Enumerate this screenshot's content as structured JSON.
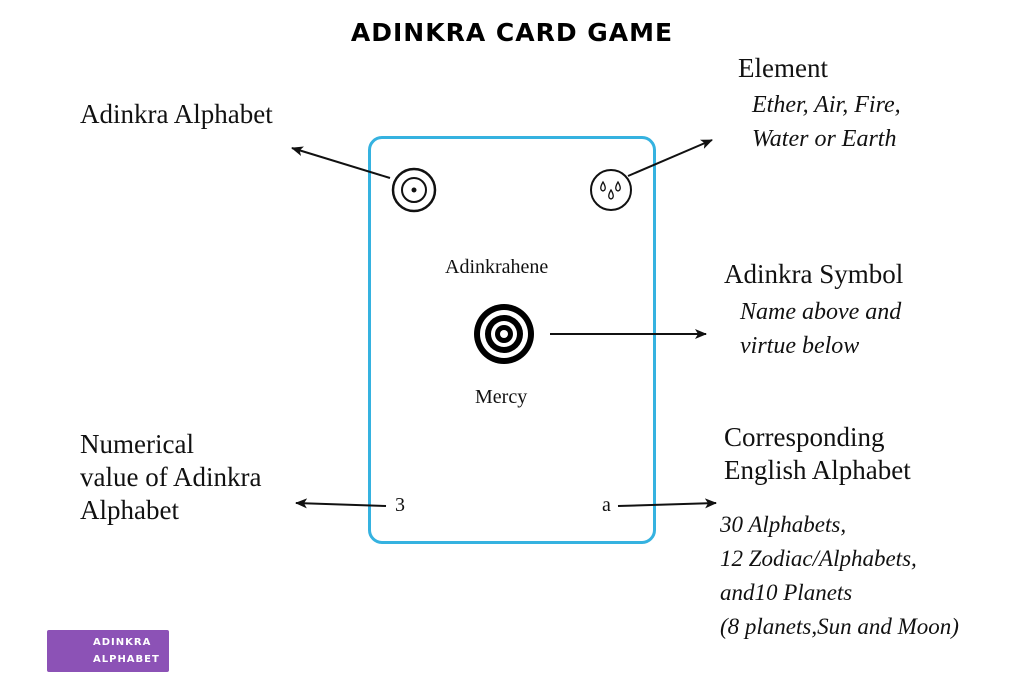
{
  "title": "ADINKRA CARD GAME",
  "labels": {
    "adinkra_alphabet": "Adinkra Alphabet",
    "element": "Element",
    "element_sub": [
      "Ether, Air, Fire,",
      "Water or Earth"
    ],
    "adinkra_symbol": "Adinkra Symbol",
    "adinkra_symbol_sub": [
      "Name above and",
      "virtue below"
    ],
    "numerical_value": [
      "Numerical",
      "value of Adinkra",
      "Alphabet"
    ],
    "english_alphabet": [
      "Corresponding",
      "English Alphabet"
    ],
    "english_alphabet_sub": [
      "30 Alphabets,",
      "12 Zodiac/Alphabets,",
      "and10 Planets",
      "(8 planets,Sun and Moon)"
    ]
  },
  "card": {
    "symbol_name": "Adinkrahene",
    "virtue": "Mercy",
    "number": "3",
    "letter": "a",
    "alphabet_icon": "circle-dot-icon",
    "element_icon": "water-drops-icon",
    "symbol_icon": "adinkrahene-concentric-circles-icon",
    "border_color": "#35b2e0"
  },
  "logo": {
    "lines": [
      "ADINKRA",
      "ALPHABET"
    ],
    "icon": "adinkra-logo-icon",
    "color": "#8c52b6"
  }
}
